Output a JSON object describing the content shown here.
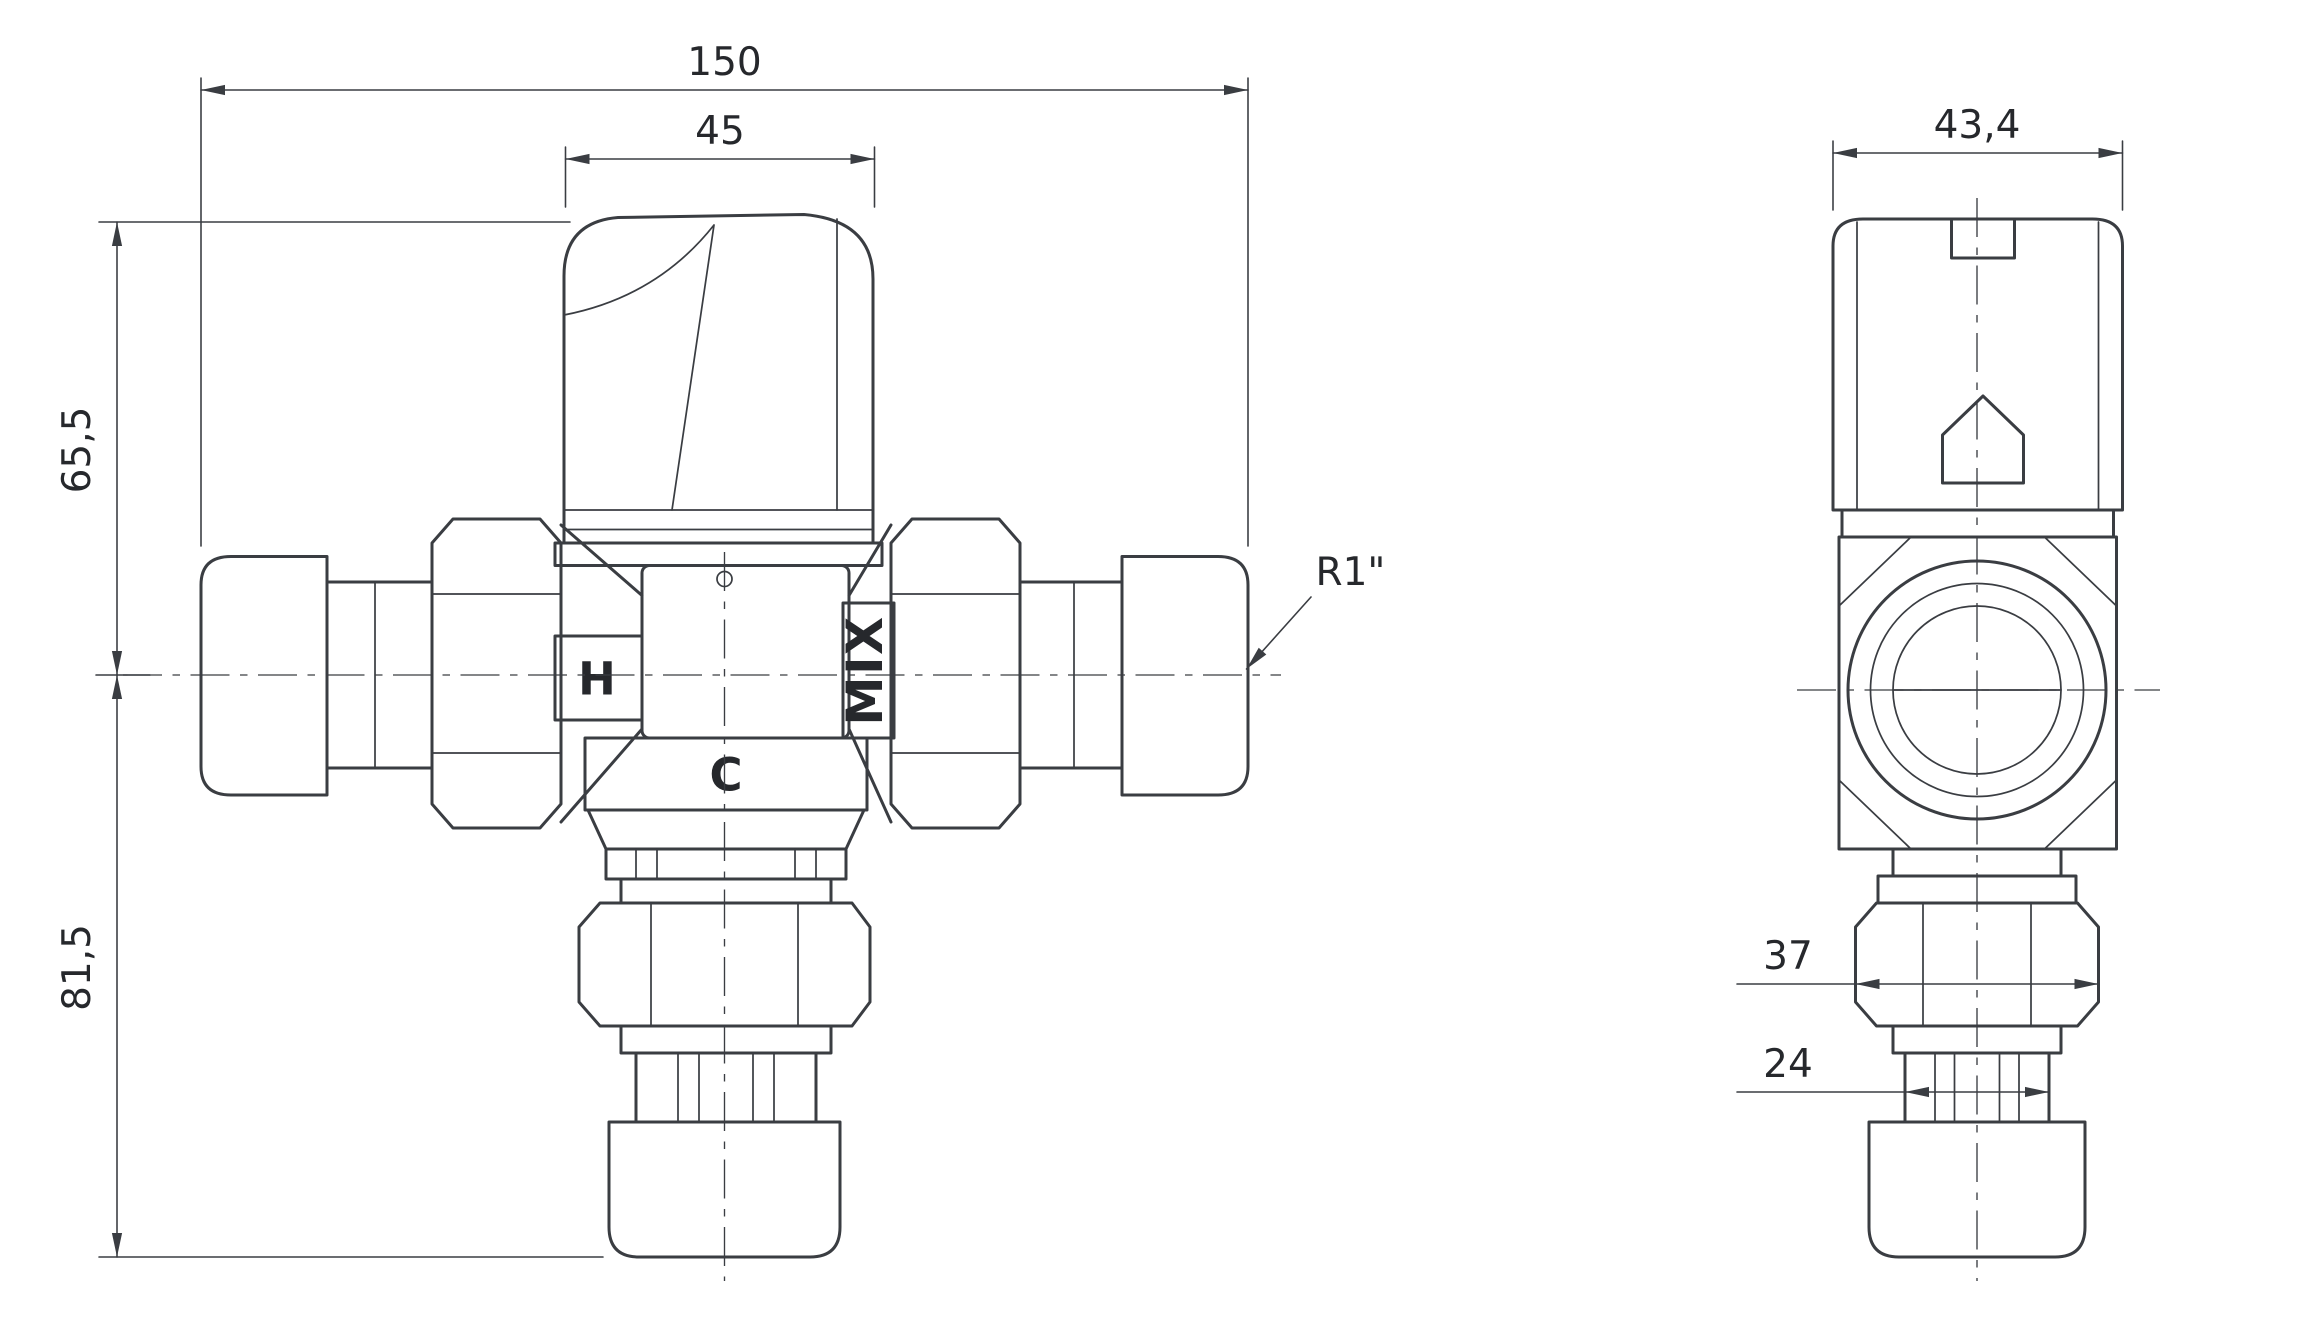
{
  "style": {
    "line_color": "#3a3d42",
    "text_color": "#26282c",
    "background": "#ffffff"
  },
  "front_view": {
    "labels": {
      "hot_inlet": "H",
      "mixed_outlet": "MIX",
      "cold_inlet": "C"
    },
    "dimensions": {
      "overall_width": "150",
      "knob_width": "45",
      "axis_to_top": "65,5",
      "axis_to_bottom": "81,5",
      "thread_callout": "R1\""
    }
  },
  "side_view": {
    "dimensions": {
      "overall_depth": "43,4",
      "nut_across_flats": "37",
      "tailpiece_diameter": "24"
    }
  }
}
